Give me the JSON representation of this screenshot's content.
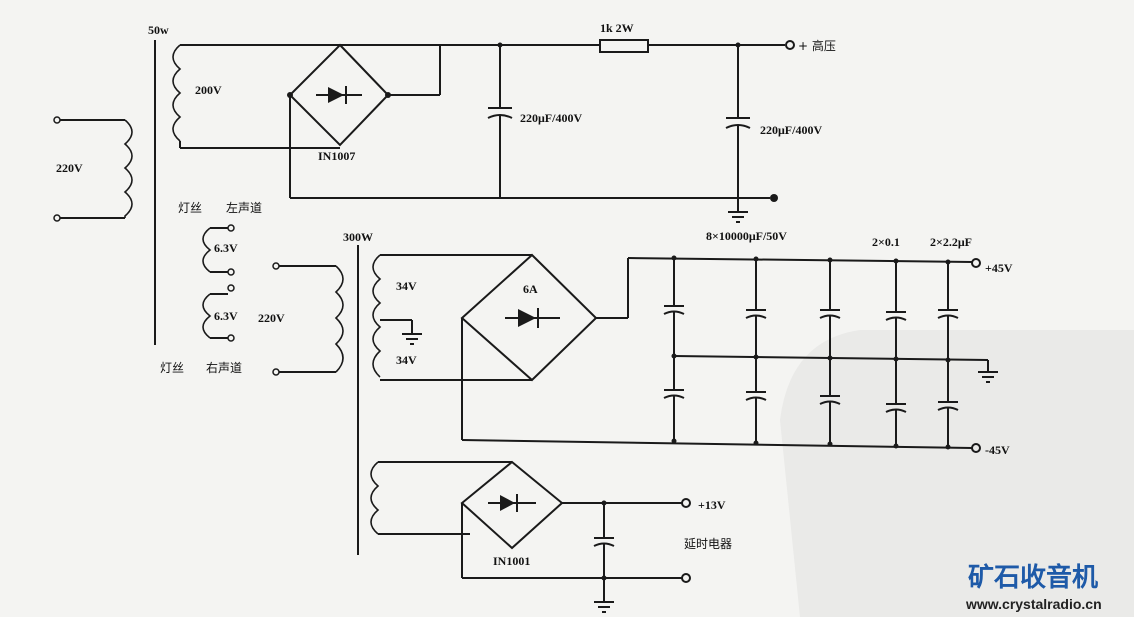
{
  "labels": {
    "t1_power": "50w",
    "mains_in": "220V",
    "hv_secondary": "200V",
    "bridge1_part": "IN1007",
    "resistor": "1k  2W",
    "cap_hv1": "220μF/400V",
    "cap_hv2": "220μF/400V",
    "hv_out": "+ 高压",
    "filament_left_a": "灯丝",
    "filament_left_b": "左声道",
    "fil_v1": "6.3V",
    "fil_v2": "6.3V",
    "fil_mains": "220V",
    "filament_right_a": "灯丝",
    "filament_right_b": "右声道",
    "t2_power": "300W",
    "lv_upper": "34V",
    "lv_lower": "34V",
    "bridge2_rating": "6A",
    "cap_main_bank": "8×10000μF/50V",
    "cap_small1": "2×0.1",
    "cap_small2": "2×2.2μF",
    "pos_out": "+45V",
    "neg_out": "-45V",
    "relay_out": "+13V",
    "relay_label": "延时电器",
    "bridge3_part": "IN1001"
  },
  "watermark": {
    "title": "矿石收音机",
    "url": "www.crystalradio.cn"
  },
  "colors": {
    "ink": "#1a1a1a",
    "watermark_title": "#1e5aa8",
    "watermark_url": "#222222"
  }
}
